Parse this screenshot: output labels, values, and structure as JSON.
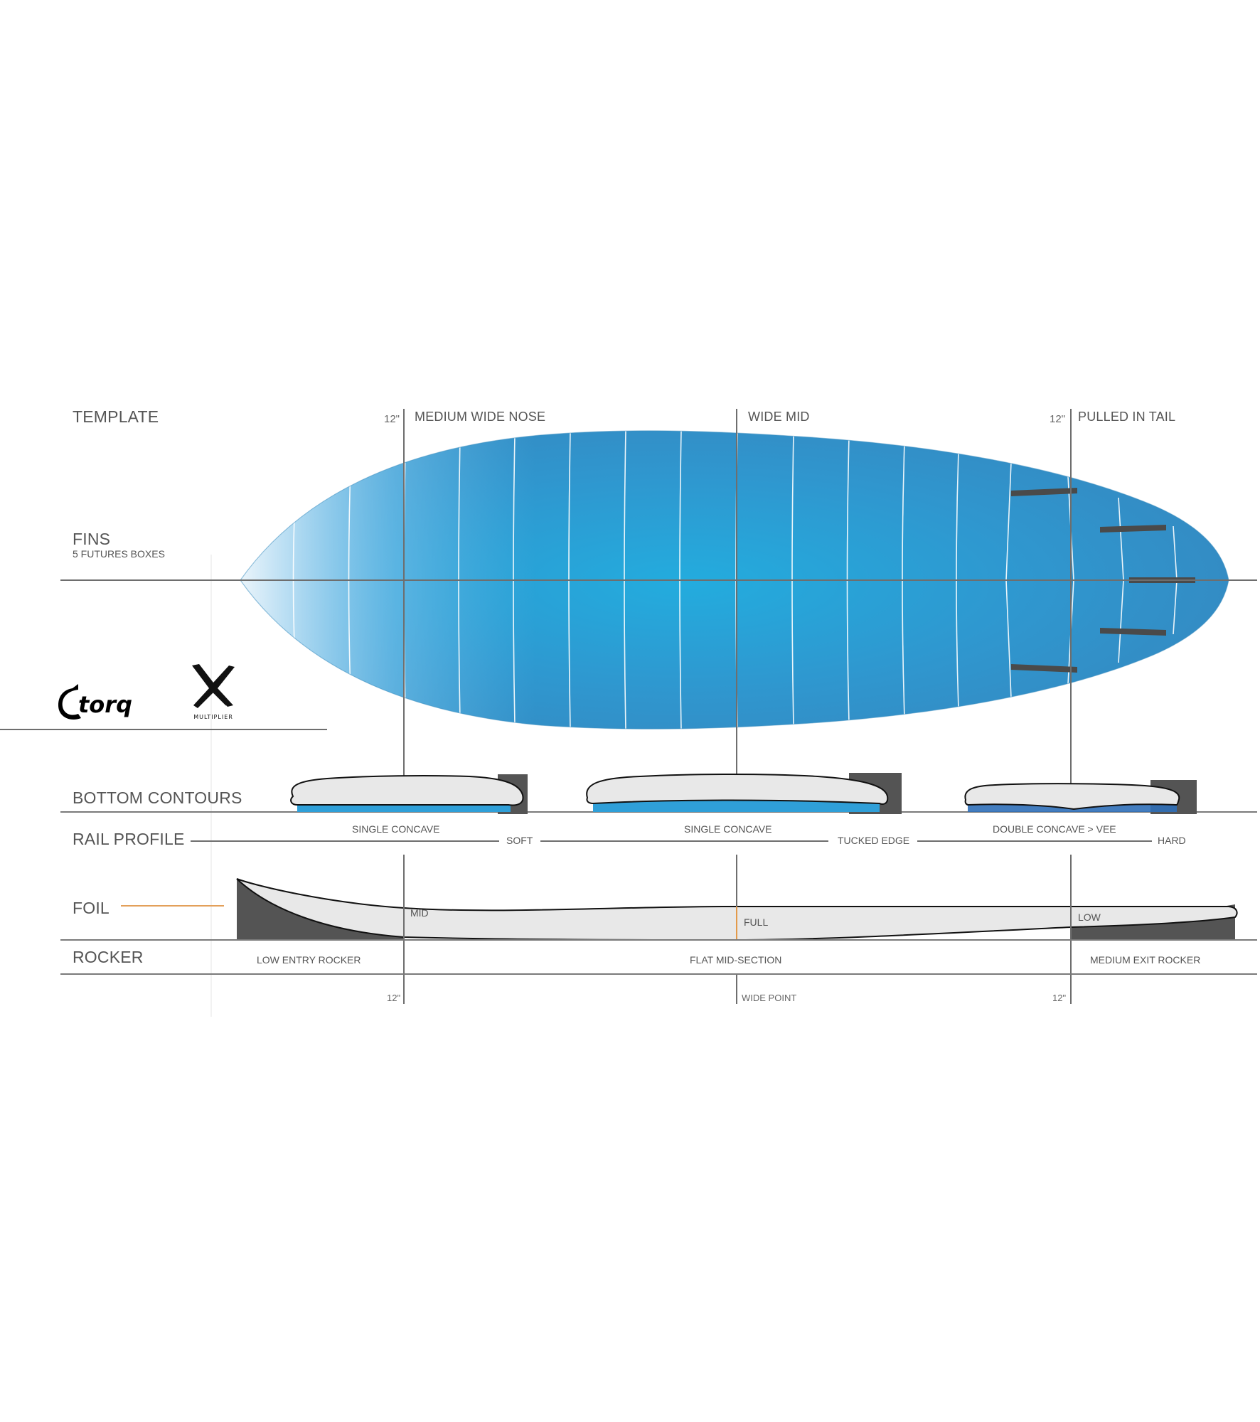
{
  "sections": {
    "template": "TEMPLATE",
    "fins": "FINS",
    "fins_sub": "5 FUTURES BOXES",
    "bottom_contours": "BOTTOM  CONTOURS",
    "rail_profile": "RAIL PROFILE",
    "foil": "FOIL",
    "rocker": "ROCKER"
  },
  "template": {
    "nose_measure": "12\"",
    "nose_label": "MEDIUM WIDE NOSE",
    "mid_label": "WIDE MID",
    "tail_measure": "12\"",
    "tail_label": "PULLED IN TAIL"
  },
  "bottom_contours": {
    "nose": "SINGLE CONCAVE",
    "mid": "SINGLE CONCAVE",
    "tail": "DOUBLE CONCAVE > VEE"
  },
  "rail_profile": {
    "nose": "SOFT",
    "mid": "TUCKED EDGE",
    "tail": "HARD"
  },
  "foil": {
    "nose": "MID",
    "mid": "FULL",
    "tail": "LOW"
  },
  "rocker": {
    "nose": "LOW ENTRY ROCKER",
    "mid": "FLAT MID-SECTION",
    "tail": "MEDIUM EXIT ROCKER"
  },
  "axis": {
    "nose_measure": "12\"",
    "wide_point": "WIDE POINT",
    "tail_measure": "12\""
  },
  "logos": {
    "torq": "torq",
    "multiplier": "MULTIPLIER"
  },
  "colors": {
    "board_blue": "#2aaee0",
    "board_dark_blue": "#2f8cc4",
    "board_nose_light": "#d8eefa",
    "tail_yellow": "#e6ef3a",
    "fin_box": "#4a4a4a",
    "foil_accent": "#e39a4a",
    "contour_fill": "#e8e8e8",
    "contour_blue": "#2f9fd8",
    "rail_block": "#545454"
  }
}
